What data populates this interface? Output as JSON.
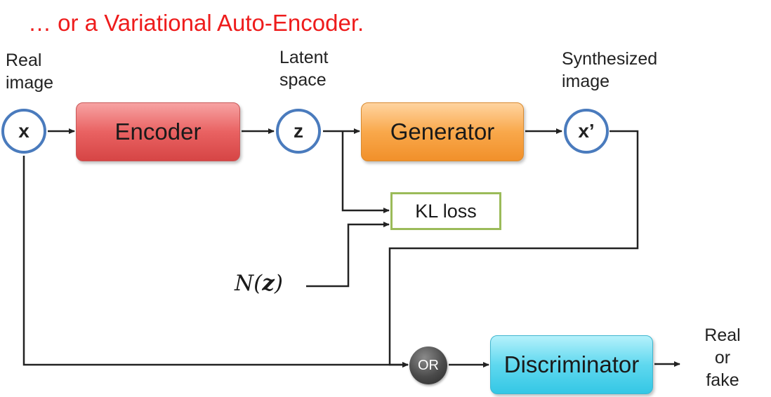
{
  "title": "… or a Variational Auto-Encoder.",
  "labels": {
    "real_image": [
      "Real",
      "image"
    ],
    "latent_space": [
      "Latent",
      "space"
    ],
    "synthesized_image": [
      "Synthesized",
      "image"
    ],
    "output": [
      "Real",
      "or",
      "fake"
    ]
  },
  "nodes": {
    "x": "x",
    "z": "z",
    "x_prime": "x’",
    "or": "OR"
  },
  "blocks": {
    "encoder": "Encoder",
    "generator": "Generator",
    "discriminator": "Discriminator",
    "kl_loss": "KL loss"
  },
  "prior": {
    "prefix": "N(",
    "var": "z",
    "suffix": ")"
  },
  "colors": {
    "title": "#ee1c1c",
    "circle_border": "#4a7bbd",
    "encoder": "#e96262",
    "generator": "#f9a84b",
    "discriminator": "#5fd8ef",
    "kl_border": "#9bbb59"
  }
}
